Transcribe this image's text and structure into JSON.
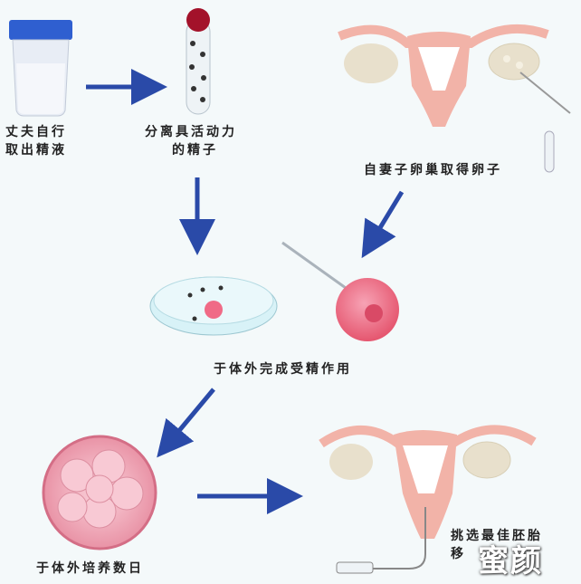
{
  "steps": {
    "sperm_collect": {
      "line1": "丈夫自行",
      "line2": "取出精液"
    },
    "sperm_select": {
      "line1": "分离具活动力",
      "line2": "的精子"
    },
    "egg_retrieve": {
      "text": "自妻子卵巢取得卵子"
    },
    "fertilize": {
      "text": "于体外完成受精作用"
    },
    "culture": {
      "text": "于体外培养数日"
    },
    "transfer": {
      "line1": "挑选最佳胚胎",
      "line2": "移"
    }
  },
  "watermark": "蜜颜",
  "colors": {
    "arrow": "#2a4aa8",
    "uterus": "#f2b3a8",
    "uterus_inner": "#ffffff",
    "ovary": "#e8e0cc",
    "egg": "#f06a86",
    "dish": "#d8f2f7",
    "embryo": "#f7b9c6"
  }
}
